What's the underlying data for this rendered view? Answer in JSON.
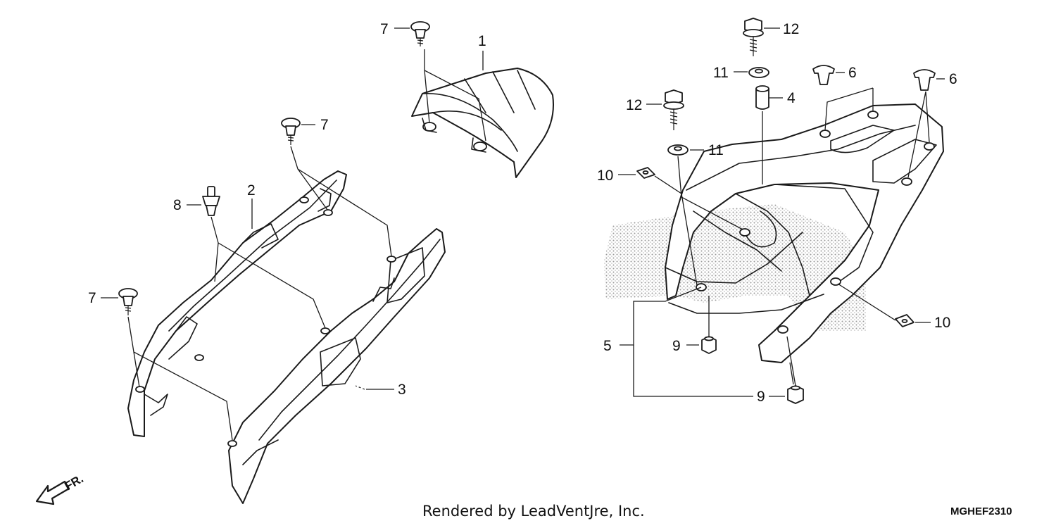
{
  "credit": "Rendered by LeadVentJre, Inc.",
  "diagram_code": "MGHEF2310",
  "direction_label": "FR.",
  "colors": {
    "line": "#1a1a1a",
    "background": "#ffffff",
    "shading": "#9a9a9a"
  },
  "callouts": {
    "c1": "1",
    "c2": "2",
    "c3": "3",
    "c4": "4",
    "c5": "5",
    "c6a": "6",
    "c6b": "6",
    "c7a": "7",
    "c7b": "7",
    "c7c": "7",
    "c8": "8",
    "c9a": "9",
    "c9b": "9",
    "c10a": "10",
    "c10b": "10",
    "c11a": "11",
    "c11b": "11",
    "c12a": "12",
    "c12b": "12"
  }
}
